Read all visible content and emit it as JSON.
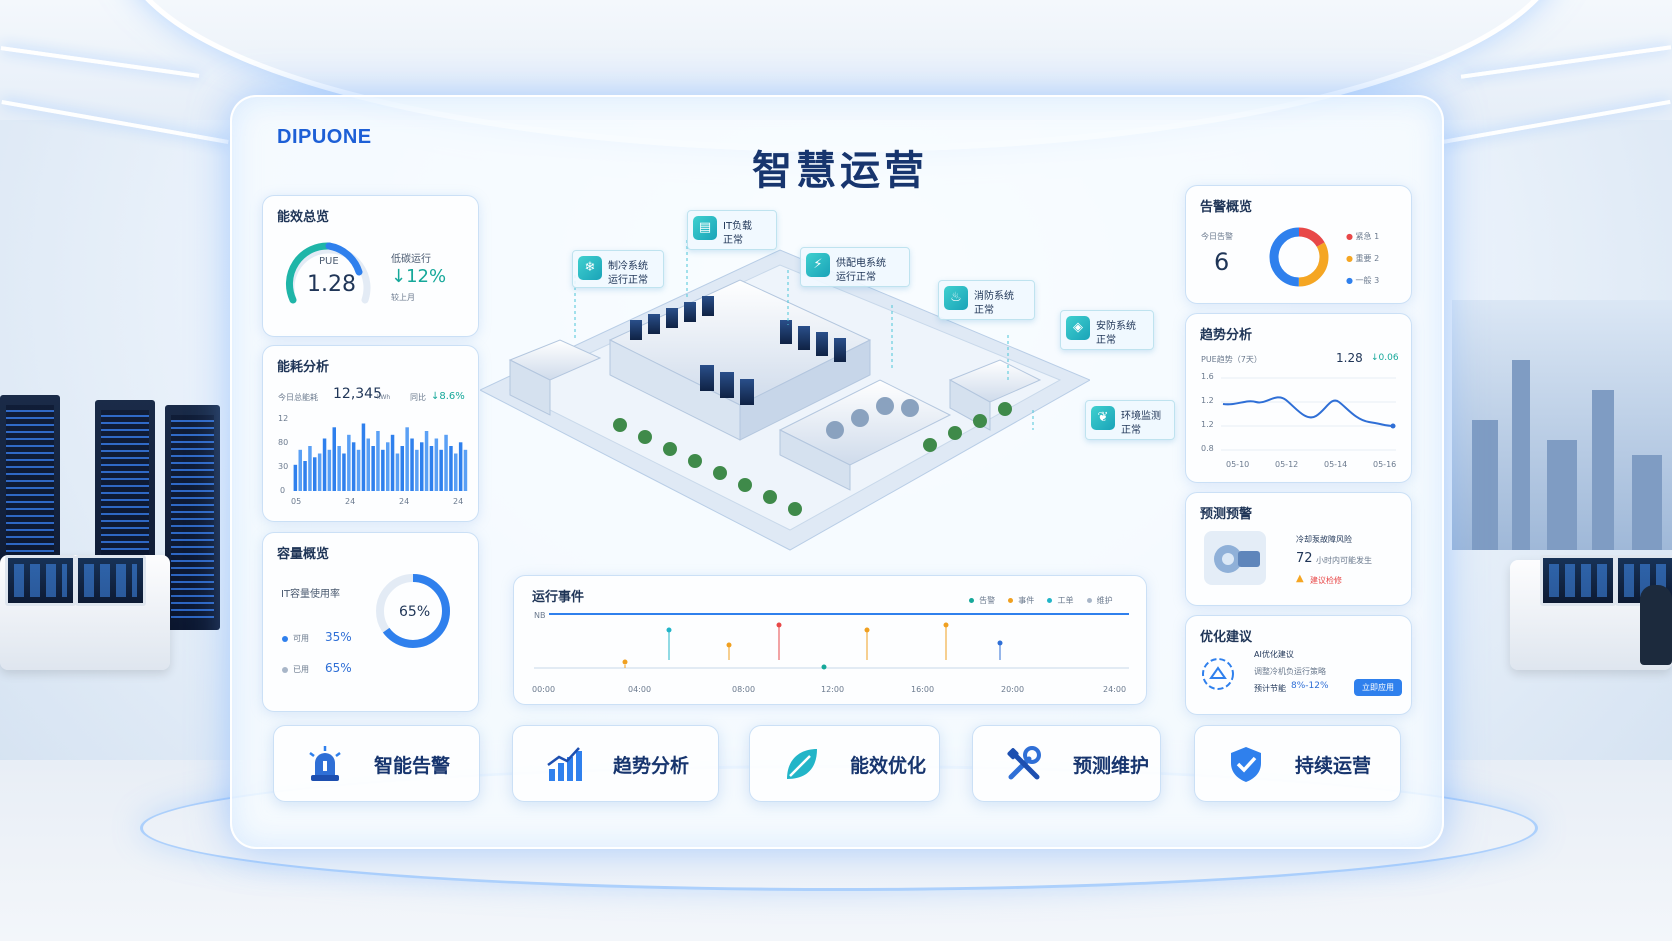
{
  "brand": "DIPUONE",
  "title": "智慧运营",
  "efficiency": {
    "title": "能效总览",
    "pue_label": "PUE",
    "pue_value": "1.28",
    "low_carbon_label": "低碳运行",
    "change": "↓12%",
    "compare_label": "较上月"
  },
  "energy": {
    "title": "能耗分析",
    "today_label": "今日总能耗",
    "today_value": "12,345",
    "unit": "kWh",
    "yoy_label": "同比",
    "yoy_value": "↓8.6%",
    "y_ticks": [
      "12",
      "80",
      "30",
      "0"
    ],
    "x_ticks": [
      "05",
      "24",
      "24",
      "24"
    ],
    "bars": [
      0.35,
      0.55,
      0.4,
      0.6,
      0.45,
      0.5,
      0.7,
      0.55,
      0.85,
      0.6,
      0.5,
      0.75,
      0.65,
      0.55,
      0.9,
      0.7,
      0.6,
      0.8,
      0.55,
      0.65,
      0.75,
      0.5,
      0.6,
      0.85,
      0.7,
      0.55,
      0.65,
      0.8,
      0.6,
      0.7,
      0.55,
      0.75,
      0.6,
      0.5,
      0.65,
      0.55
    ]
  },
  "capacity": {
    "title": "容量概览",
    "usage_label": "IT容量使用率",
    "usage_value": "65%",
    "usage_fraction": 0.65,
    "available_label": "可用",
    "available_value": "35%",
    "used_label": "已用",
    "used_value": "65%"
  },
  "systems": [
    {
      "name": "制冷系统",
      "status": "运行正常",
      "icon": "snowflake-icon"
    },
    {
      "name": "IT负载",
      "status": "正常",
      "icon": "server-icon"
    },
    {
      "name": "供配电系统",
      "status": "运行正常",
      "icon": "power-icon"
    },
    {
      "name": "消防系统",
      "status": "正常",
      "icon": "fire-icon"
    },
    {
      "name": "安防系统",
      "status": "正常",
      "icon": "shield-icon"
    },
    {
      "name": "环境监测",
      "status": "正常",
      "icon": "leaf-icon"
    }
  ],
  "events": {
    "title": "运行事件",
    "legend": [
      {
        "label": "告警",
        "color": "#16a89a"
      },
      {
        "label": "事件",
        "color": "#f0a020"
      },
      {
        "label": "工单",
        "color": "#22b5c8"
      },
      {
        "label": "维护",
        "color": "#a8b6c8"
      }
    ],
    "axis_top": "NB",
    "x_ticks": [
      "00:00",
      "04:00",
      "08:00",
      "12:00",
      "16:00",
      "20:00",
      "24:00"
    ]
  },
  "alarm": {
    "title": "告警概览",
    "today_label": "今日告警",
    "today_value": "6",
    "levels": [
      {
        "label": "紧急",
        "value": "1",
        "color": "#e84848"
      },
      {
        "label": "重要",
        "value": "2",
        "color": "#f5a623"
      },
      {
        "label": "一般",
        "value": "3",
        "color": "#2f80ed"
      }
    ]
  },
  "trend": {
    "title": "趋势分析",
    "subtitle": "PUE趋势（7天）",
    "value": "1.28",
    "delta": "↓0.06",
    "y_ticks": [
      "1.6",
      "1.2",
      "1.2",
      "0.8"
    ],
    "x_ticks": [
      "05-10",
      "05-12",
      "05-14",
      "05-16"
    ]
  },
  "forecast": {
    "title": "预测预警",
    "item": "冷却泵故障风险",
    "hours": "72",
    "hours_label": "小时内可能发生",
    "advice": "建议检修"
  },
  "optimize": {
    "title": "优化建议",
    "heading": "AI优化建议",
    "desc": "调整冷机负运行策略",
    "saving_label": "预计节能",
    "saving_value": "8%-12%",
    "apply_label": "立即应用"
  },
  "actions": [
    {
      "label": "智能告警",
      "icon": "siren-icon"
    },
    {
      "label": "趋势分析",
      "icon": "bar-chart-icon"
    },
    {
      "label": "能效优化",
      "icon": "leaf-icon"
    },
    {
      "label": "预测维护",
      "icon": "tools-icon"
    },
    {
      "label": "持续运营",
      "icon": "shield-check-icon"
    }
  ]
}
